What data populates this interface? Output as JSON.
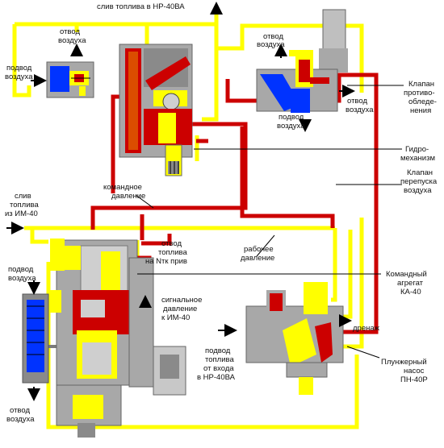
{
  "diagram": {
    "labels": {
      "drain_top": "слив топлива в НР-40ВА",
      "air_out_left": [
        "отвод",
        "воздуха"
      ],
      "air_in_left": [
        "подвод",
        "воздуха"
      ],
      "air_out_right": [
        "отвод",
        "воздуха"
      ],
      "air_out_right2": [
        "отвод",
        "воздуха"
      ],
      "air_in_right": [
        "подвод",
        "воздуха"
      ],
      "valve_anti_icing": [
        "Клапан",
        "противо-",
        "обледе-",
        "нения"
      ],
      "hydro": [
        "Гидро-",
        "механизм"
      ],
      "valve_bypass": [
        "Клапан",
        "перепуска",
        "воздуха"
      ],
      "command_pressure": [
        "командное",
        "давление"
      ],
      "drain_im40": [
        "слив",
        "топлива",
        "из ИМ-40"
      ],
      "nt_drive": [
        "отвод",
        "топлива",
        "на Nтк прив"
      ],
      "work_pressure": [
        "рабочее",
        "давление"
      ],
      "command_unit": [
        "Командный",
        "агрегат",
        "КА-40"
      ],
      "signal_pressure": [
        "сигнальное",
        "давление",
        "к ИМ-40"
      ],
      "air_in_lower": [
        "подвод",
        "воздуха"
      ],
      "drain": "дренаж",
      "fuel_input": [
        "подвод",
        "топлива",
        "от входа",
        "в НР-40ВА"
      ],
      "pump": [
        "Плунжерный",
        "насос",
        "ПН-40Р"
      ],
      "air_out_lower": [
        "отвод",
        "воздуха"
      ]
    },
    "colors": {
      "fuel_drain": "#ffff00",
      "command": "#cc0000",
      "air": "#0033ff",
      "body": "#a8a8a8",
      "body_dark": "#6e6e6e",
      "housing": "#c8c8c8"
    }
  }
}
